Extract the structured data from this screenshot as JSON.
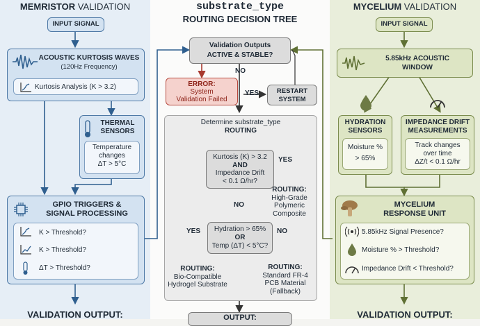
{
  "left": {
    "title_strong": "MEMRISTOR",
    "title_light": "VALIDATION",
    "input": "INPUT SIGNAL",
    "acoustic_title": "ACOUSTIC KURTOSIS WAVES",
    "acoustic_sub": "(120Hz Frequency)",
    "kurtosis": "Kurtosis Analysis (K > 3.2)",
    "thermal_title": "THERMAL SENSORS",
    "thermal_line1": "Temperature",
    "thermal_line2": "changes",
    "thermal_line3": "ΔT > 5°C",
    "gpio_title": "GPIO TRIGGERS &",
    "gpio_title2": "SIGNAL PROCESSING",
    "gpio_rows": [
      "K > Threshold?",
      "K > Threshold?",
      "ΔT > Threshold?"
    ],
    "output": "VALIDATION OUTPUT:"
  },
  "center": {
    "title_mono": "substrate_type",
    "title": "ROUTING DECISION TREE",
    "q1_line1": "Validation Outputs",
    "q1_line2": "ACTIVE & STABLE?",
    "no1": "NO",
    "error_title": "ERROR:",
    "error_line1": "System",
    "error_line2": "Validation Failed",
    "yes1": "YES",
    "restart_line1": "RESTART",
    "restart_line2": "SYSTEM",
    "determine_line1": "Determine substrate_type",
    "determine_line2": "ROUTING",
    "q2_line1": "Kurtosis (K) > 3.2",
    "q2_and": "AND",
    "q2_line2": "Impedance Drift",
    "q2_line3": "< 0.1 Ω/hr?",
    "yes2": "YES",
    "r1_title": "ROUTING:",
    "r1_line1": "High-Grade",
    "r1_line2": "Polymeric",
    "r1_line3": "Composite",
    "no2": "NO",
    "q3_line1": "Hydration > 65%",
    "q3_or": "OR",
    "q3_line2": "Temp (ΔT) < 5°C?",
    "yes3": "YES",
    "no3": "NO",
    "r2_title": "ROUTING:",
    "r2_line1": "Bio-Compatible",
    "r2_line2": "Hydrogel Substrate",
    "r3_title": "ROUTING:",
    "r3_line1": "Standard FR-4",
    "r3_line2": "PCB Material",
    "r3_line3": "(Fallback)",
    "output": "OUTPUT:"
  },
  "right": {
    "title_strong": "MYCELIUM",
    "title_light": "VALIDATION",
    "input": "INPUT SIGNAL",
    "window_line1": "5.85kHz ACOUSTIC",
    "window_line2": "WINDOW",
    "hyd_title1": "HYDRATION",
    "hyd_title2": "SENSORS",
    "hyd_line1": "Moisture %",
    "hyd_line2": "> 65%",
    "imp_title1": "IMPEDANCE DRIFT",
    "imp_title2": "MEASUREMENTS",
    "imp_line1": "Track changes",
    "imp_line2": "over time",
    "imp_line3": "ΔZ/t < 0.1 Ω/hr",
    "unit_title1": "MYCELIUM",
    "unit_title2": "RESPONSE UNIT",
    "unit_rows": [
      "5.85kHz Signal Presence?",
      "Moisture % > Threshold?",
      "Impedance Drift < Threshold?"
    ],
    "output": "VALIDATION OUTPUT:"
  }
}
